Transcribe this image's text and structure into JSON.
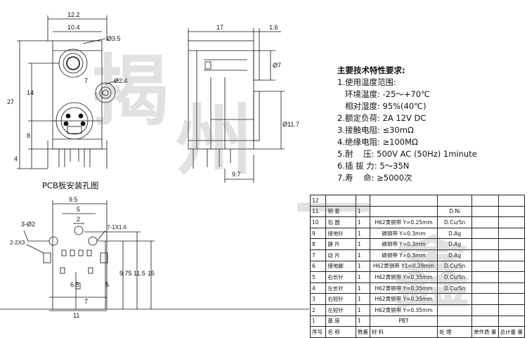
{
  "front_view": {
    "dim_12_2": "12.2",
    "dim_10_4": "10.4",
    "dim_3_5": "Ø3.5",
    "dim_2_4": "Ø2.4",
    "dim_27": "27",
    "dim_14": "14",
    "dim_8": "8",
    "dim_4": "4",
    "dim_7": "7"
  },
  "side_view": {
    "dim_17": "17",
    "dim_1_6": "1.6",
    "dim_7": "Ø7",
    "dim_11_7": "Ø11.7",
    "dim_9_7": "9.7"
  },
  "pcb": {
    "title": "PCB板安装孔图",
    "dim_9_5": "9.5",
    "dim_5": "5",
    "dim_2": "2",
    "label_3_2": "3-Ø2",
    "label_7_1x1_6": "7-1X1.6",
    "label_2_2x3": "2-2X3",
    "dim_6_5": "6.5",
    "dim_9_75": "9.75",
    "dim_11_5": "11.5",
    "dim_15": "15",
    "dim_5v": "5",
    "dim_7h": "7",
    "dim_11": "11"
  },
  "specs": {
    "title": "主要技术特性要求:",
    "lines": [
      "1.使用温度范围:",
      "   环境温度: -25～+70℃",
      "   相对湿度: 95%(40℃)",
      "2.额定负荷: 2A 12V DC",
      "3.接触电阻: ≤30mΩ",
      "4.绝缘电阻: ≥100MΩ",
      "5.耐    压: 500V AC (50Hz) 1minute",
      "6.插 拔 力: 5～35N",
      "7.寿    命: ≥5000次"
    ]
  },
  "bom": {
    "rows": [
      {
        "no": "12",
        "name": "",
        "qty": "",
        "material": "",
        "finish": ""
      },
      {
        "no": "11",
        "name": "铜 套",
        "qty": "1",
        "material": "",
        "finish": "D.Ni"
      },
      {
        "no": "10",
        "name": "包 圆",
        "qty": "1",
        "material": "H62黄铜带 Y=0.25mm",
        "finish": "D.Cu/Sn"
      },
      {
        "no": "9",
        "name": "接地针",
        "qty": "1",
        "material": "磷铜带 Y=0.3mm",
        "finish": "D.Ag"
      },
      {
        "no": "8",
        "name": "静 片",
        "qty": "1",
        "material": "磷铜带 Y=0.3mm",
        "finish": "D.Ag"
      },
      {
        "no": "7",
        "name": "动 片",
        "qty": "1",
        "material": "磷铜带 Y=0.3mm",
        "finish": "D.Ag"
      },
      {
        "no": "6",
        "name": "接地脚",
        "qty": "1",
        "material": "H62黄铜带 Y1=0.28mm",
        "finish": "D.Cu/Sn"
      },
      {
        "no": "5",
        "name": "右长针",
        "qty": "1",
        "material": "H62黄铜带 Y=0.35mm",
        "finish": "D.Cu/Sn"
      },
      {
        "no": "4",
        "name": "左长针",
        "qty": "1",
        "material": "H62黄铜带 Y=0.35mm",
        "finish": "D.Cu/Sn"
      },
      {
        "no": "3",
        "name": "右短针",
        "qty": "1",
        "material": "H62黄铜带 Y=0.35mm",
        "finish": ""
      },
      {
        "no": "2",
        "name": "左短针",
        "qty": "1",
        "material": "H62黄铜带 Y=0.35mm",
        "finish": ""
      },
      {
        "no": "1",
        "name": "基 座",
        "qty": "1",
        "material": "PBT",
        "finish": ""
      }
    ],
    "header": {
      "no": "序号",
      "name": "名 称",
      "qty": "数量",
      "material": "材 料",
      "finish": "处 理",
      "unit": "单件质 量",
      "total": "总计重 量"
    }
  },
  "watermark": "揭州一鑫"
}
